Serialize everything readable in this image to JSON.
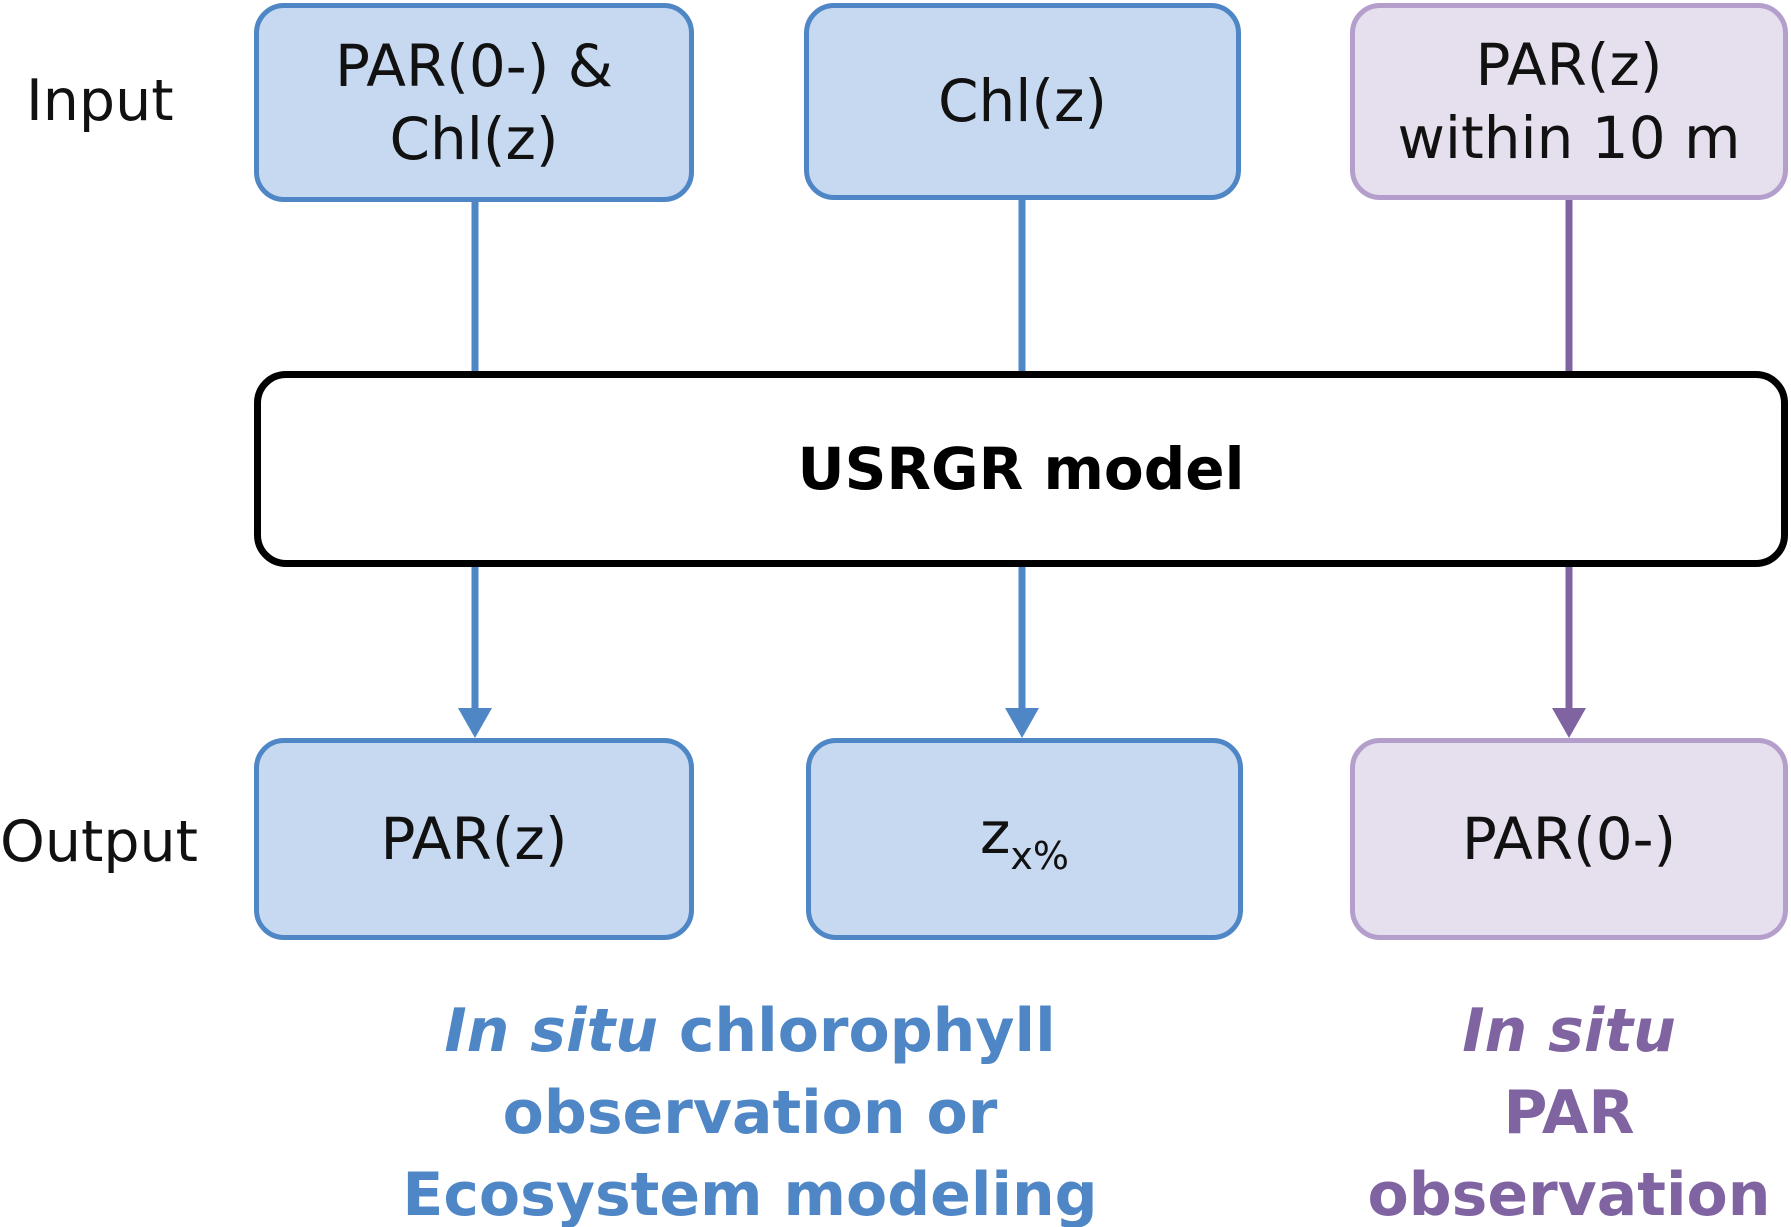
{
  "row_labels": {
    "input": "Input",
    "output": "Output"
  },
  "inputs": [
    {
      "line1": "PAR(0-) &",
      "line2": "Chl(z)"
    },
    {
      "line1": "Chl(z)"
    },
    {
      "line1": "PAR(z)",
      "line2": "within 10 m"
    }
  ],
  "model": {
    "label": "USRGR model"
  },
  "outputs": [
    {
      "label": "PAR(z)"
    },
    {
      "base": "z",
      "subscript": "x%"
    },
    {
      "label": "PAR(0-)"
    }
  ],
  "captions": {
    "left": {
      "italic": "In situ",
      "rest": " chlorophyll",
      "line2": "observation or",
      "line3": "Ecosystem modeling"
    },
    "right": {
      "italic": "In situ",
      "line2": "PAR",
      "line3": "observation"
    }
  },
  "colors": {
    "blue_fill": "#c6d9f1",
    "blue_stroke": "#4f86c6",
    "purple_fill": "#e6dfed",
    "purple_stroke": "#b49fcc",
    "purple_arrow": "#8064a2",
    "blue_text": "#4f86c6",
    "purple_text": "#8064a2"
  }
}
